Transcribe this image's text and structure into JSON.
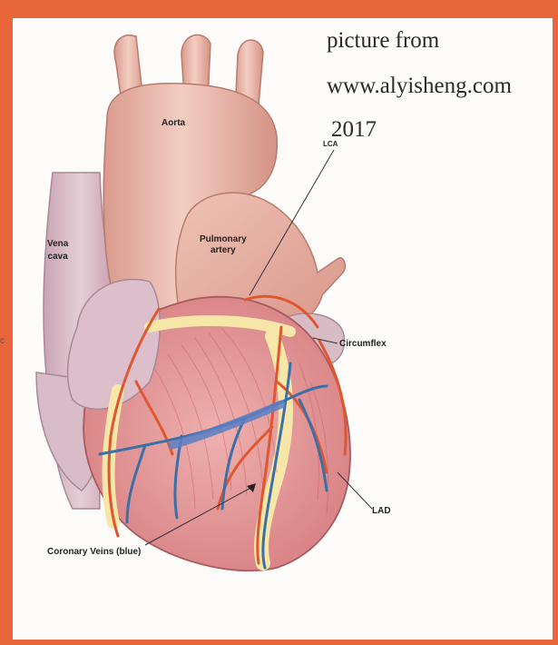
{
  "colors": {
    "frame": "#e8663a",
    "aorta": "#e8b3a8",
    "vena_cava": "#d7bcc6",
    "myocardium": "#e59b9b",
    "fat": "#f6e6a8",
    "artery": "#e0572f",
    "vein": "#3a6fa8"
  },
  "caption": {
    "line1": "picture from",
    "line2": "www.alyisheng.com",
    "line3": "2017"
  },
  "labels": {
    "aorta": "Aorta",
    "vena_cava": "Vena\ncava",
    "pulmonary_artery": "Pulmonary\nartery",
    "lca": "LCA",
    "circumflex": "Circumflex",
    "lad": "LAD",
    "coronary_veins": "Coronary Veins (blue)",
    "left_edge_fragment": "c"
  },
  "icons": [
    "heart-illustration"
  ]
}
